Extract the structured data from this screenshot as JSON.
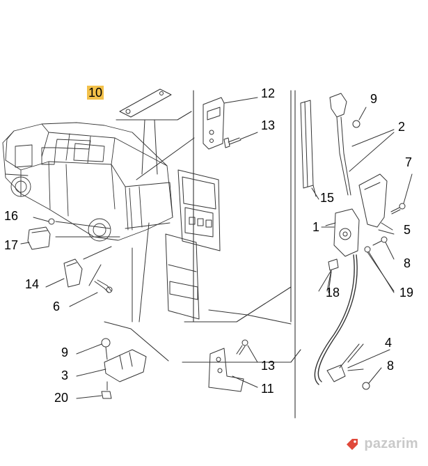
{
  "callouts": [
    {
      "id": "c10",
      "text": "10",
      "highlight": true
    },
    {
      "id": "c12",
      "text": "12"
    },
    {
      "id": "c13a",
      "text": "13"
    },
    {
      "id": "c9a",
      "text": "9"
    },
    {
      "id": "c2",
      "text": "2"
    },
    {
      "id": "c7",
      "text": "7"
    },
    {
      "id": "c15",
      "text": "15"
    },
    {
      "id": "c1",
      "text": "1"
    },
    {
      "id": "c5",
      "text": "5"
    },
    {
      "id": "c8a",
      "text": "8"
    },
    {
      "id": "c16",
      "text": "16"
    },
    {
      "id": "c17",
      "text": "17"
    },
    {
      "id": "c14",
      "text": "14"
    },
    {
      "id": "c6",
      "text": "6"
    },
    {
      "id": "c18",
      "text": "18"
    },
    {
      "id": "c19",
      "text": "19"
    },
    {
      "id": "c4",
      "text": "4"
    },
    {
      "id": "c9b",
      "text": "9"
    },
    {
      "id": "c3",
      "text": "3"
    },
    {
      "id": "c20",
      "text": "20"
    },
    {
      "id": "c13b",
      "text": "13"
    },
    {
      "id": "c11",
      "text": "11"
    },
    {
      "id": "c8b",
      "text": "8"
    }
  ],
  "watermark": {
    "text": "pazarim",
    "icon": "price-tag-icon",
    "color": "#e0483a"
  },
  "highlight_color": "#f3c14a"
}
